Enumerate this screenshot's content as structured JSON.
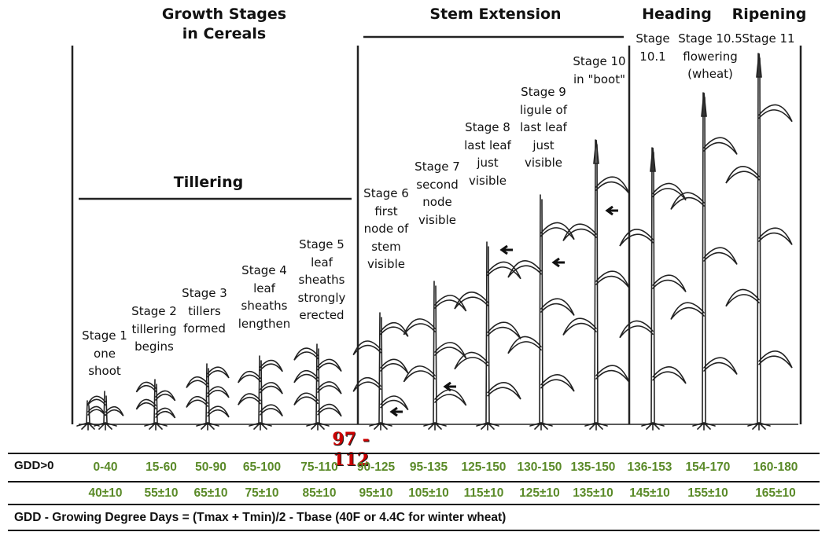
{
  "headers": [
    {
      "text": "Growth Stages\nin Cereals",
      "key": "growth"
    },
    {
      "text": "Tillering",
      "key": "tillering"
    },
    {
      "text": "Stem Extension",
      "key": "stem"
    },
    {
      "text": "Heading",
      "key": "heading"
    },
    {
      "text": "Ripening",
      "key": "ripening"
    }
  ],
  "stages": [
    {
      "label": "Stage 1\none\nshoot"
    },
    {
      "label": "Stage 2\ntillering\nbegins"
    },
    {
      "label": "Stage 3\ntillers\nformed"
    },
    {
      "label": "Stage 4\nleaf\nsheaths\nlengthen"
    },
    {
      "label": "Stage 5\nleaf\nsheaths\nstrongly\nerected"
    },
    {
      "label": "Stage 6\nfirst\nnode of\nstem\nvisible"
    },
    {
      "label": "Stage 7\nsecond\nnode\nvisible"
    },
    {
      "label": "Stage 8\nlast leaf\njust\nvisible"
    },
    {
      "label": "Stage 9\nligule of\nlast leaf\njust\nvisible"
    },
    {
      "label": "Stage 10\nin \"boot\""
    },
    {
      "label": "Stage\n10.1"
    },
    {
      "label": "Stage 10.5\nflowering\n(wheat)"
    },
    {
      "label": "Stage 11"
    }
  ],
  "highlight": "97 - 112",
  "table": {
    "row_label": "GDD>0",
    "gdd_ranges": [
      "0-40",
      "15-60",
      "50-90",
      "65-100",
      "75-110",
      "90-125",
      "95-135",
      "125-150",
      "130-150",
      "135-150",
      "136-153",
      "154-170",
      "160-180"
    ],
    "gdd_means": [
      "40±10",
      "55±10",
      "65±10",
      "75±10",
      "85±10",
      "95±10",
      "105±10",
      "115±10",
      "125±10",
      "135±10",
      "145±10",
      "155±10",
      "165±10"
    ],
    "footnote": "GDD - Growing Degree Days = (Tmax + Tmin)/2 - Tbase (40F or 4.4C for winter wheat)"
  },
  "colors": {
    "values": "#5a8a28",
    "highlight": "#cc0000",
    "ink": "#111111"
  }
}
